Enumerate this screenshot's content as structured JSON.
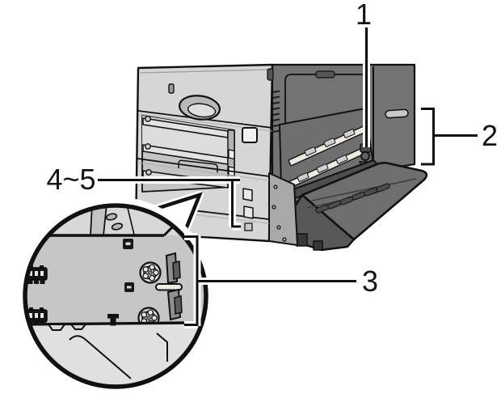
{
  "figure": {
    "type": "technical-illustration",
    "subject": "printer rear-right view with open side door, empty paper tray slots and magnified detail circle",
    "background": "#ffffff",
    "line_color": "#111111",
    "callouts": {
      "c1": "1",
      "c2": "2",
      "c3": "3",
      "c45": "4~5"
    },
    "palette": {
      "body_light": "#d6d6d6",
      "body_mid": "#a9a9a9",
      "panel_dark": "#737373",
      "door_dark": "#6e6e6e",
      "interior_dark": "#6f6f6f",
      "strip_light": "#eae9e2",
      "circle_fill": "#c6c6c6",
      "circle_top": "#d8d8d8",
      "circle_bottom": "#e0e0e0"
    }
  }
}
